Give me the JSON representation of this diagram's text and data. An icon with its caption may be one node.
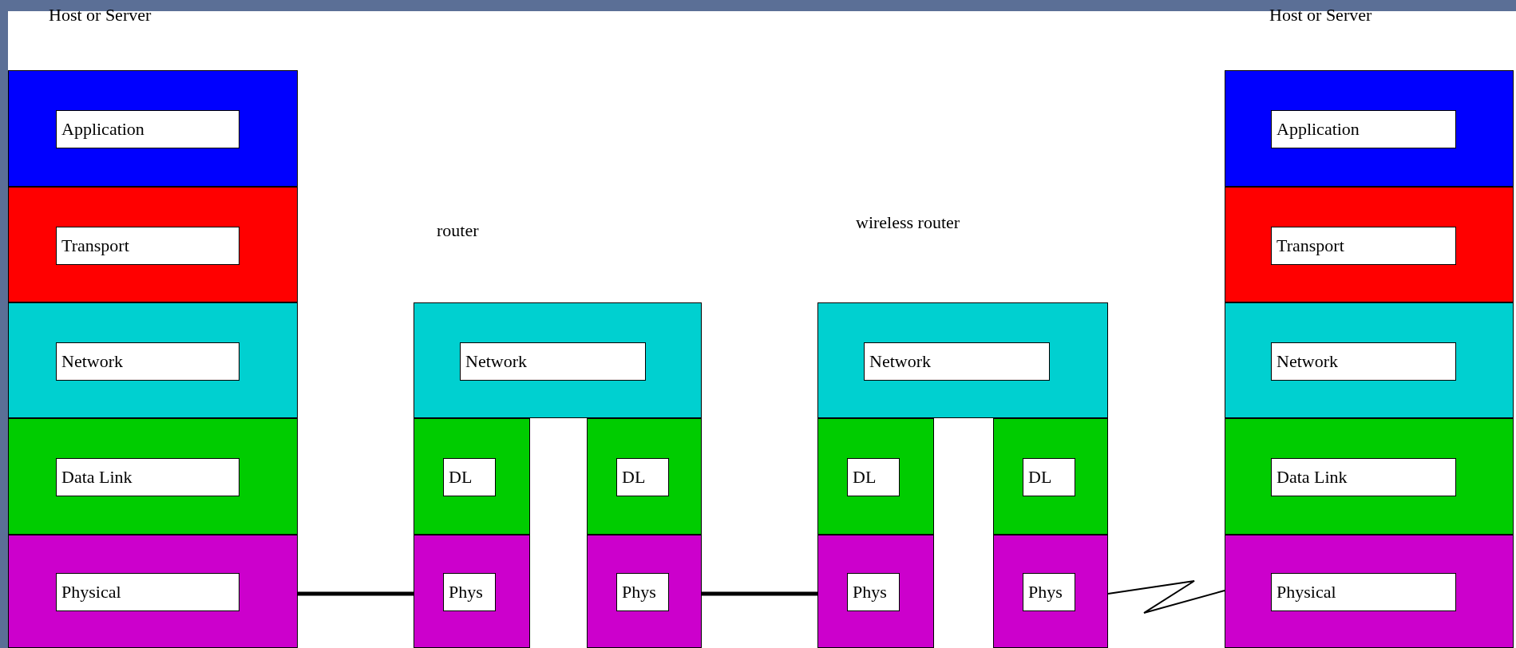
{
  "diagram": {
    "nodes": [
      {
        "text": [
          "Application"
        ]
      },
      {
        "text": [
          "Transport"
        ]
      },
      {
        "text": [
          "Network"
        ]
      },
      {
        "text": [
          "Data Link"
        ]
      },
      {
        "text": [
          "Physical"
        ]
      },
      {
        "text": [
          "Network"
        ]
      },
      {
        "text": [
          "DL"
        ]
      },
      {
        "text": [
          "DL"
        ]
      },
      {
        "text": [
          "Phys"
        ]
      },
      {
        "text": [
          "Phys"
        ]
      },
      {
        "text": [
          "Network"
        ]
      },
      {
        "text": [
          "DL"
        ]
      },
      {
        "text": [
          "DL"
        ]
      },
      {
        "text": [
          "Phys"
        ]
      },
      {
        "text": [
          "Phys"
        ]
      },
      {
        "text": [
          "Application"
        ]
      },
      {
        "text": [
          "Transport"
        ]
      },
      {
        "text": [
          "Network"
        ]
      },
      {
        "text": [
          "Data Link"
        ]
      },
      {
        "text": [
          "Physical"
        ]
      }
    ],
    "edges": [
      {
        "from": 4,
        "to": 8,
        "arrow": "none"
      },
      {
        "from": 9,
        "to": 13,
        "arrow": "none"
      },
      {
        "from": 14,
        "to": 19,
        "arrow": "none"
      }
    ],
    "labels": [
      "Host or Server",
      "Host or Server",
      "router",
      "wireless router"
    ]
  }
}
